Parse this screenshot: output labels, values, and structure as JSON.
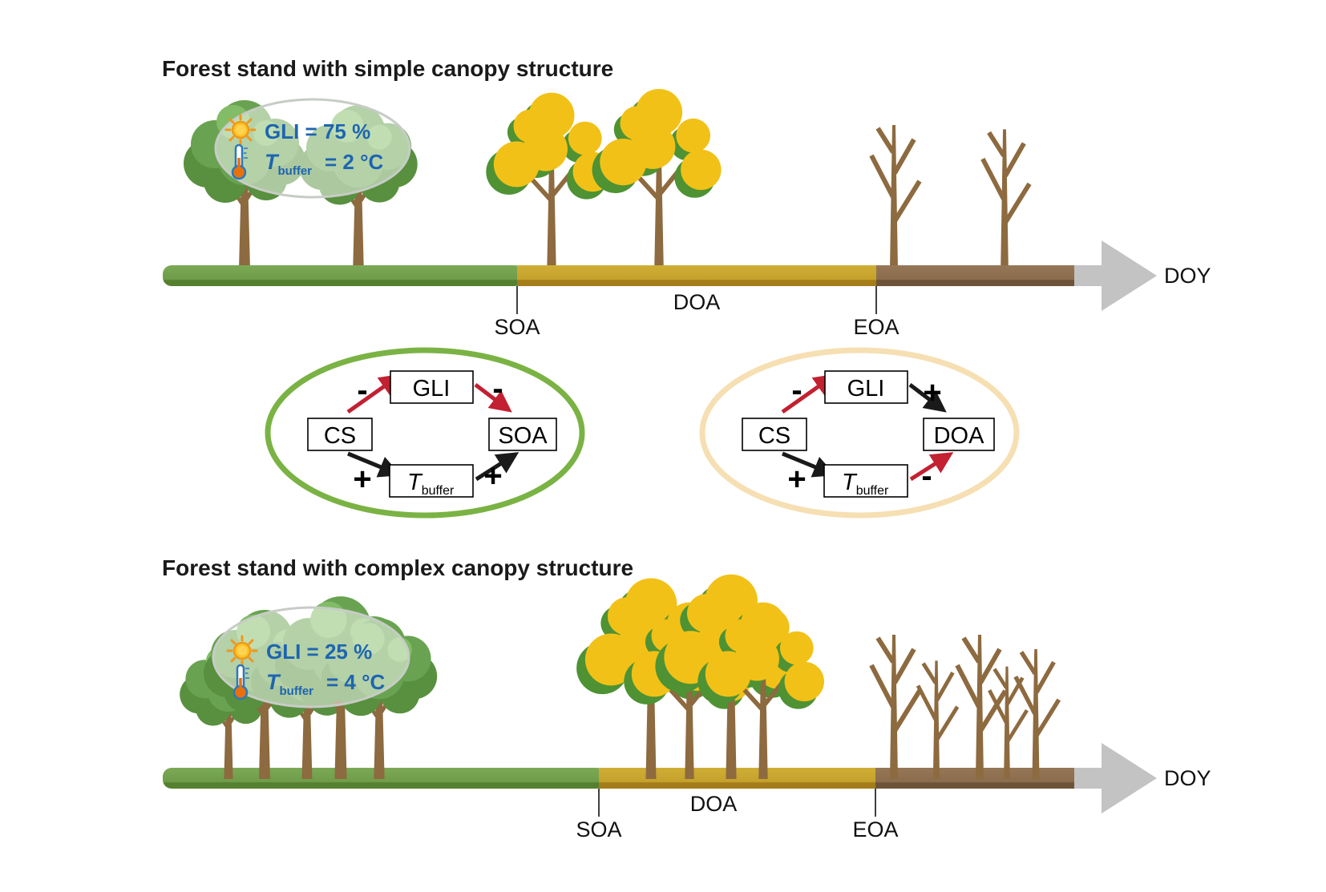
{
  "colors": {
    "bar_green": "#6f9c49",
    "bar_green_light": "#7ba955",
    "bar_green_dark": "#55802f",
    "bar_autumn": "#c4a12b",
    "bar_autumn_light": "#cfae36",
    "bar_autumn_dark": "#a47c19",
    "bar_brown": "#8b6d4d",
    "bar_brown_light": "#957757",
    "bar_brown_dark": "#6d5439",
    "arrow_gray": "#c3c3c3",
    "ellipse_green": "#7ab344",
    "ellipse_tan": "#f6dfb2",
    "arrow_red": "#c32032",
    "arrow_black": "#1a1a1a",
    "text_blue": "#1d65b0",
    "trunk": "#8d6a3f",
    "leaf_green": "#69a351",
    "leaf_green_dark": "#58903f",
    "leaf_green_light": "#82bc66",
    "leaf_yellow": "#f2c117",
    "autumn_green": "#4e9233",
    "sun_core": "#ffc527",
    "sun_ray": "#f09819",
    "thermo_blue": "#2b78be",
    "thermo_fill": "#e8710a"
  },
  "simple_stand": {
    "title": "Forest stand with simple canopy structure",
    "bubble": {
      "gli": "GLI = 75 %",
      "t_symbol": "T",
      "t_sub": "buffer",
      "t_value": "= 2 °C"
    }
  },
  "complex_stand": {
    "title": "Forest stand with complex canopy structure",
    "bubble": {
      "gli": "GLI = 25 %",
      "t_symbol": "T",
      "t_sub": "buffer",
      "t_value": "= 4 °C"
    }
  },
  "timeline_labels": {
    "soa": "SOA",
    "doa": "DOA",
    "eoa": "EOA",
    "doy": "DOY"
  },
  "soa_diagram": {
    "nodes": {
      "cs": "CS",
      "gli": "GLI",
      "outcome": "SOA",
      "t_symbol": "T",
      "t_sub": "buffer"
    },
    "signs": {
      "cs_gli": "-",
      "gli_outcome": "-",
      "cs_t": "+",
      "t_outcome": "+"
    }
  },
  "doa_diagram": {
    "nodes": {
      "cs": "CS",
      "gli": "GLI",
      "outcome": "DOA",
      "t_symbol": "T",
      "t_sub": "buffer"
    },
    "signs": {
      "cs_gli": "-",
      "gli_outcome": "+",
      "cs_t": "+",
      "t_outcome": "-"
    }
  }
}
